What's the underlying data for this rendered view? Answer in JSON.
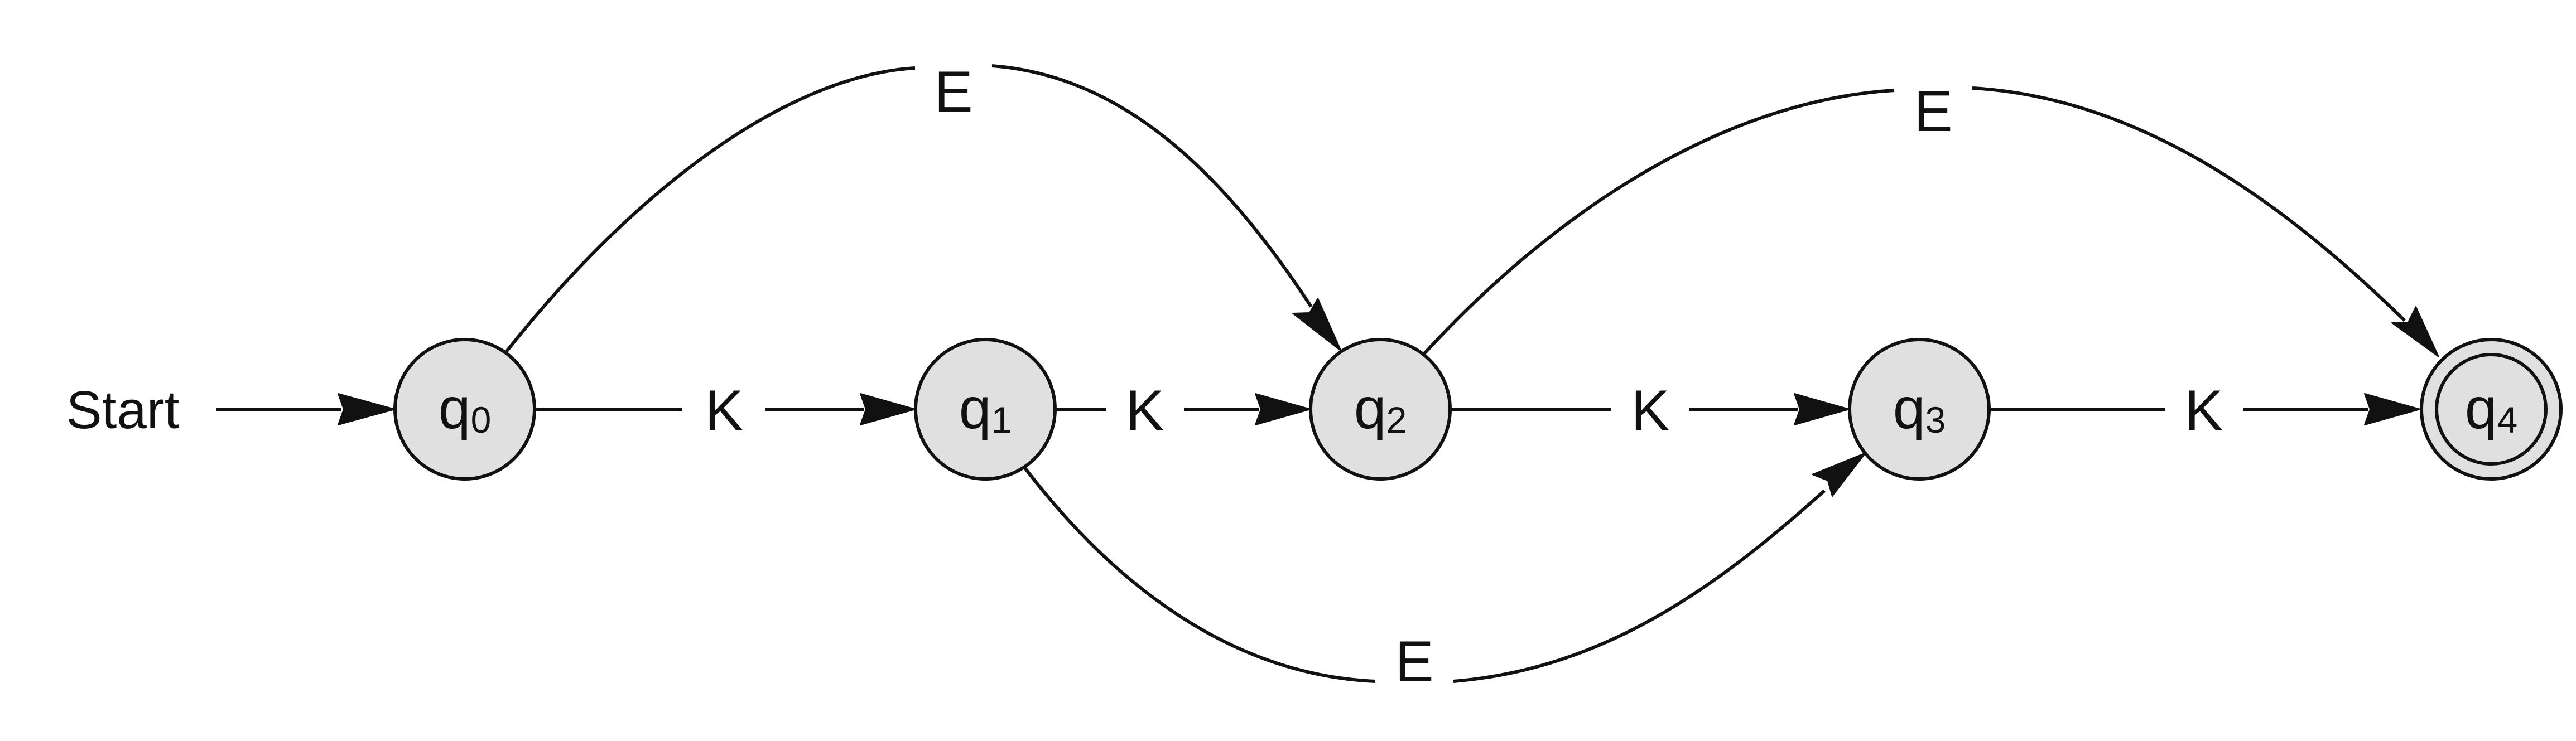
{
  "diagram": {
    "start_label": "Start",
    "states": [
      {
        "id": "q0",
        "base": "q",
        "sub": "0",
        "accepting": false
      },
      {
        "id": "q1",
        "base": "q",
        "sub": "1",
        "accepting": false
      },
      {
        "id": "q2",
        "base": "q",
        "sub": "2",
        "accepting": false
      },
      {
        "id": "q3",
        "base": "q",
        "sub": "3",
        "accepting": false
      },
      {
        "id": "q4",
        "base": "q",
        "sub": "4",
        "accepting": true
      }
    ],
    "transitions": [
      {
        "from": "q0",
        "to": "q1",
        "label": "K"
      },
      {
        "from": "q1",
        "to": "q2",
        "label": "K"
      },
      {
        "from": "q2",
        "to": "q3",
        "label": "K"
      },
      {
        "from": "q3",
        "to": "q4",
        "label": "K"
      },
      {
        "from": "q0",
        "to": "q2",
        "label": "E"
      },
      {
        "from": "q2",
        "to": "q4",
        "label": "E"
      },
      {
        "from": "q1",
        "to": "q3",
        "label": "E"
      }
    ],
    "colors": {
      "node_fill": "#e0e0e0",
      "stroke": "#111111"
    }
  }
}
